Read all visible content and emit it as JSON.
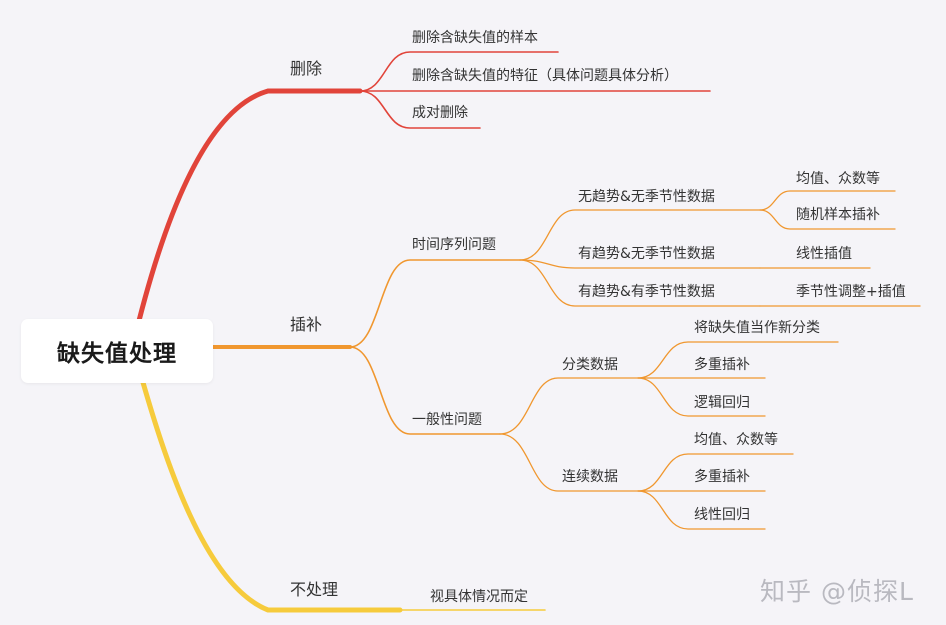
{
  "root": {
    "label": "缺失值处理"
  },
  "colors": {
    "red": "#e1443a",
    "orange": "#f0972f",
    "yellow": "#f6cb3c"
  },
  "branches": {
    "delete": {
      "label": "删除",
      "children": [
        "删除含缺失值的样本",
        "删除含缺失值的特征（具体问题具体分析）",
        "成对删除"
      ]
    },
    "impute": {
      "label": "插补",
      "timeseries": {
        "label": "时间序列问题",
        "children": [
          {
            "label": "无趋势&无季节性数据",
            "children": [
              "均值、众数等",
              "随机样本插补"
            ]
          },
          {
            "label": "有趋势&无季节性数据",
            "children": [
              "线性插值"
            ]
          },
          {
            "label": "有趋势&有季节性数据",
            "children": [
              "季节性调整+插值"
            ]
          }
        ]
      },
      "general": {
        "label": "一般性问题",
        "children": [
          {
            "label": "分类数据",
            "children": [
              "将缺失值当作新分类",
              "多重插补",
              "逻辑回归"
            ]
          },
          {
            "label": "连续数据",
            "children": [
              "均值、众数等",
              "多重插补",
              "线性回归"
            ]
          }
        ]
      }
    },
    "none": {
      "label": "不处理",
      "children": [
        "视具体情况而定"
      ]
    }
  },
  "watermark": "知乎 @侦探L"
}
